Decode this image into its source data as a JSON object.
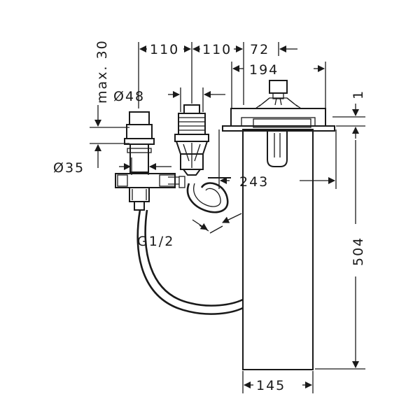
{
  "dimensions": {
    "max30": "max. 30",
    "w110a": "110",
    "w110b": "110",
    "w72": "72",
    "w194": "194",
    "dia48": "Ø48",
    "one": "1",
    "dia35": "Ø35",
    "w243": "243",
    "g12": "G1/2",
    "h504": "504",
    "w145": "145"
  }
}
